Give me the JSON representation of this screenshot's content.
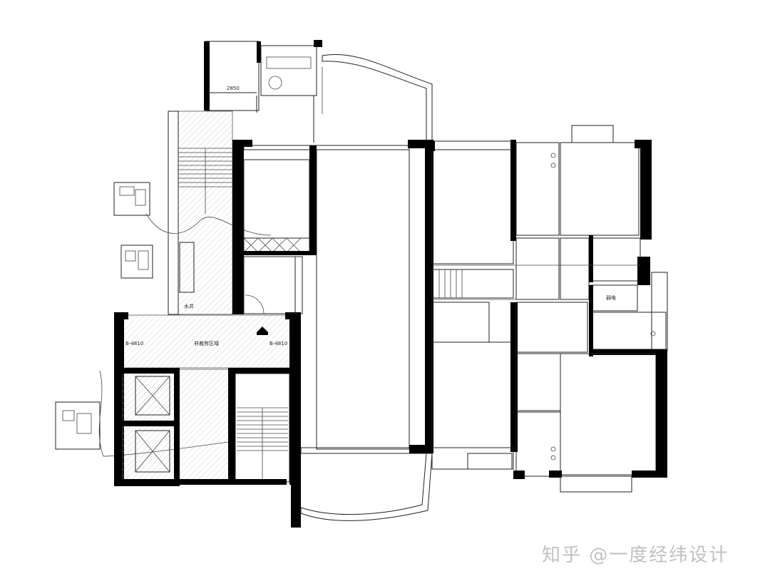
{
  "plan": {
    "dimension_top": "2850",
    "label_public_area": "非裁剪区域",
    "label_water_pipe": "水井",
    "label_electric_room": "弱电",
    "label_left_dim": "B-4810",
    "label_right_dim": "B-4810"
  },
  "watermark": {
    "text": "知乎 @一度经纬设计"
  }
}
